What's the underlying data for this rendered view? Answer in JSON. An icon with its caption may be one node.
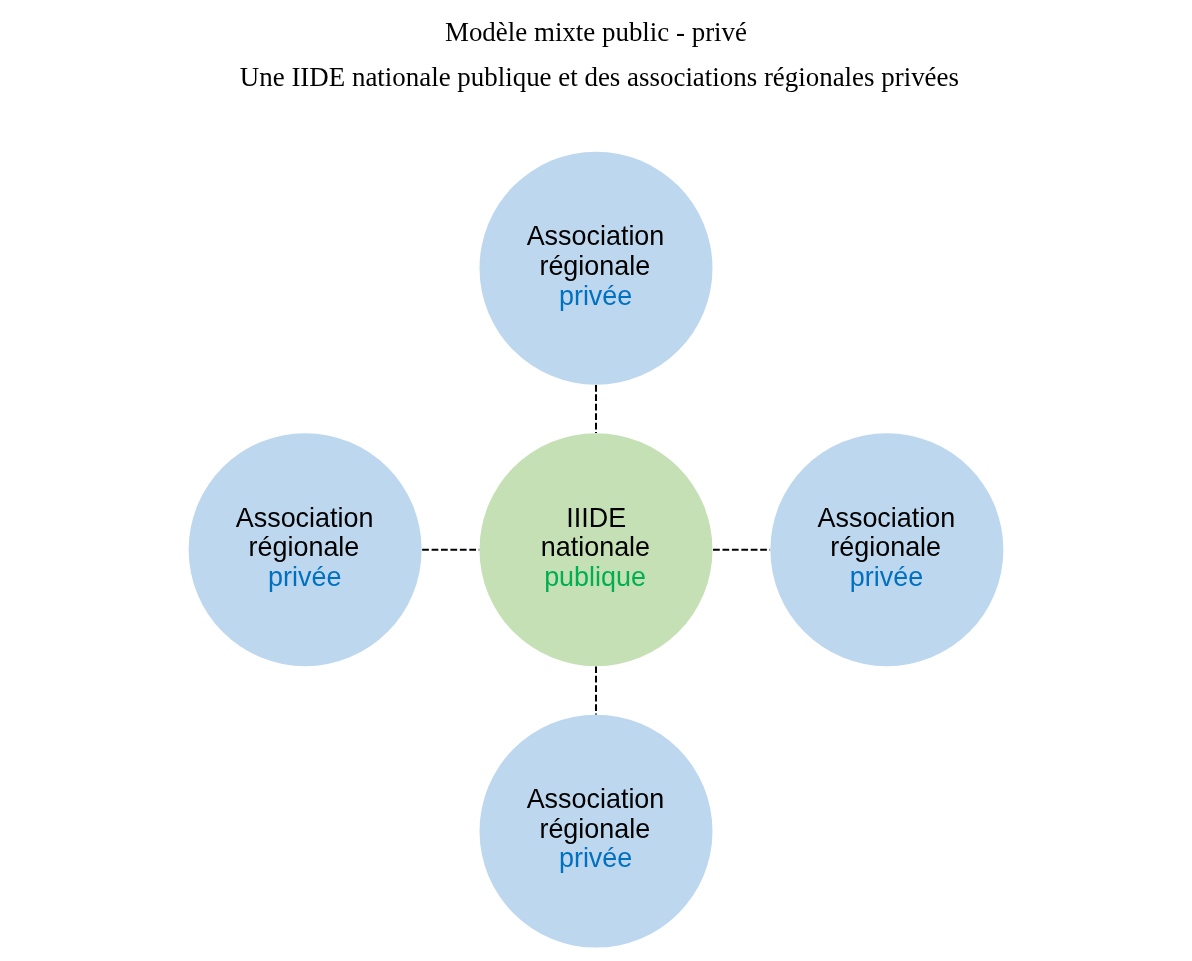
{
  "diagram": {
    "title": "Modèle mixte public - privé",
    "nodes": [
      {
        "text": [
          "Association régionale",
          "privée"
        ]
      },
      {
        "text": [
          "Association régionale",
          "privée"
        ]
      },
      {
        "text": [
          "IIIDE nationale",
          "publique"
        ]
      },
      {
        "text": [
          "Association régionale",
          "privée"
        ]
      },
      {
        "text": [
          "Association régionale",
          "privée"
        ]
      }
    ],
    "edges": [
      {
        "from": 0,
        "to": 2,
        "arrow": "none",
        "style": "dashed"
      },
      {
        "from": 1,
        "to": 2,
        "arrow": "none",
        "style": "dashed"
      },
      {
        "from": 2,
        "to": 3,
        "arrow": "none",
        "style": "dashed"
      },
      {
        "from": 2,
        "to": 4,
        "arrow": "none",
        "style": "dashed"
      }
    ],
    "labels": [
      "Une IIDE nationale publique et des associations régionales privées"
    ]
  }
}
